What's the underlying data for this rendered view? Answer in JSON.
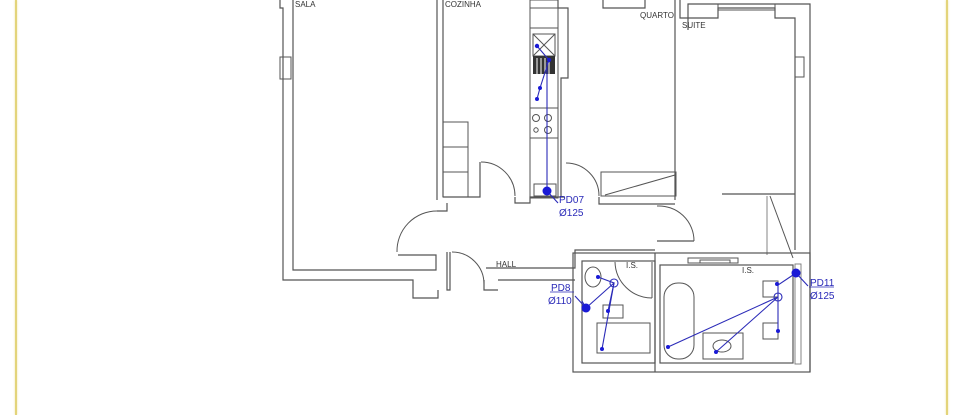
{
  "plan": {
    "rooms": {
      "sala": "SALA",
      "cozinha": "COZINHA",
      "quarto": "QUARTO",
      "suite": "SUITE",
      "hall": "HALL",
      "is_1": "I.S.",
      "is_2": "I.S."
    },
    "fixture_labels": {
      "kitchen_top": "",
      "kitchen_mid": ""
    },
    "drains": [
      {
        "id": "PD07",
        "diameter": "Ø125"
      },
      {
        "id": "PD8",
        "diameter": "Ø110"
      },
      {
        "id": "PD11",
        "diameter": "Ø125"
      }
    ]
  },
  "colors": {
    "frame": "#e3d47a",
    "walls": "#555555",
    "pipes": "#2b2bb8",
    "nodes": "#1a1ad6"
  }
}
